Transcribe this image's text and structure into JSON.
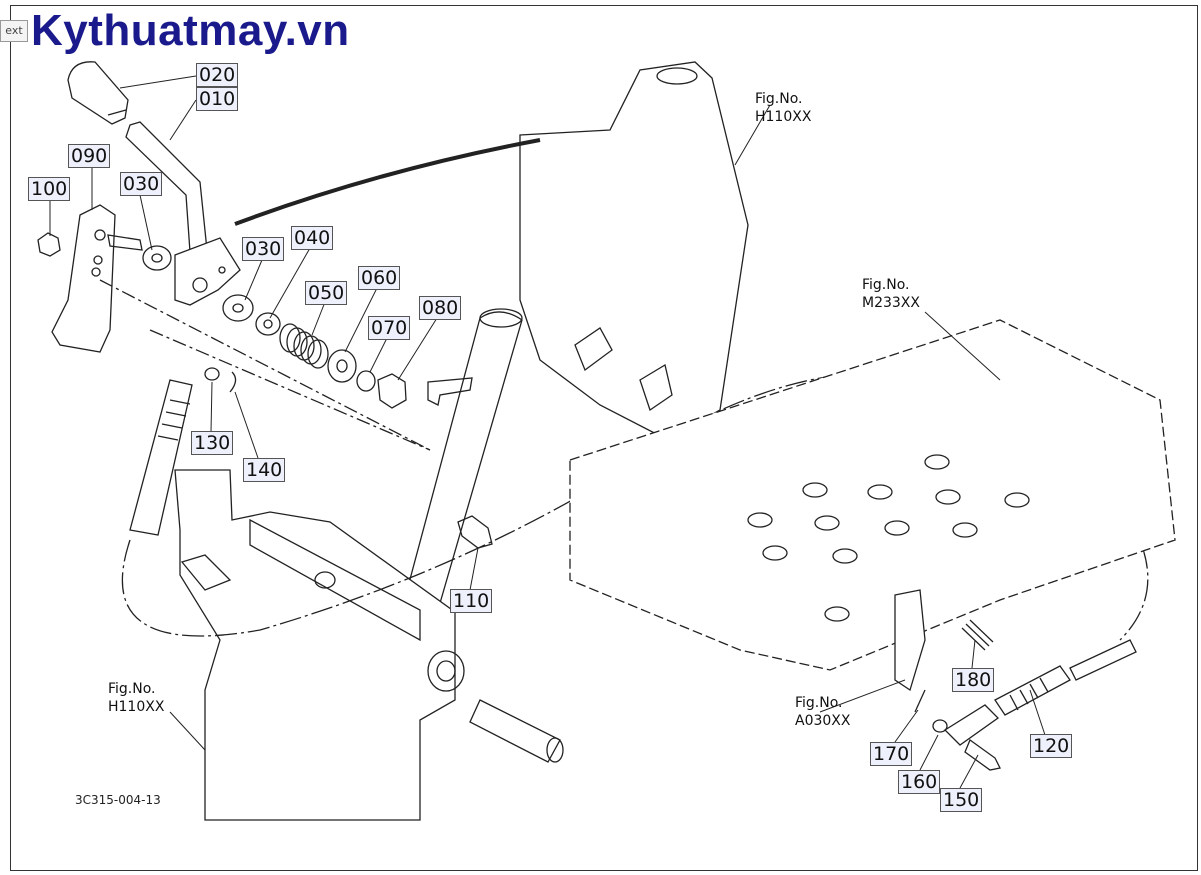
{
  "tab_label": "ext",
  "brand": {
    "text": "Kythuatmay.vn",
    "color": "#1a1a8c"
  },
  "callouts": {
    "p020": "020",
    "p010": "010",
    "p090": "090",
    "p100": "100",
    "p030a": "030",
    "p030b": "030",
    "p040": "040",
    "p050": "050",
    "p060": "060",
    "p070": "070",
    "p080": "080",
    "p130": "130",
    "p140": "140",
    "p110": "110",
    "p180": "180",
    "p120": "120",
    "p170": "170",
    "p160": "160",
    "p150": "150"
  },
  "figrefs": {
    "top_h110": {
      "prefix": "Fig.No.",
      "code": "H110XX"
    },
    "m233": {
      "prefix": "Fig.No.",
      "code": "M233XX"
    },
    "bottom_h110": {
      "prefix": "Fig.No.",
      "code": "H110XX"
    },
    "a030": {
      "prefix": "Fig.No.",
      "code": "A030XX"
    }
  },
  "drawing_code": "3C315-004-13",
  "callout_box_color": "#eef0fb"
}
